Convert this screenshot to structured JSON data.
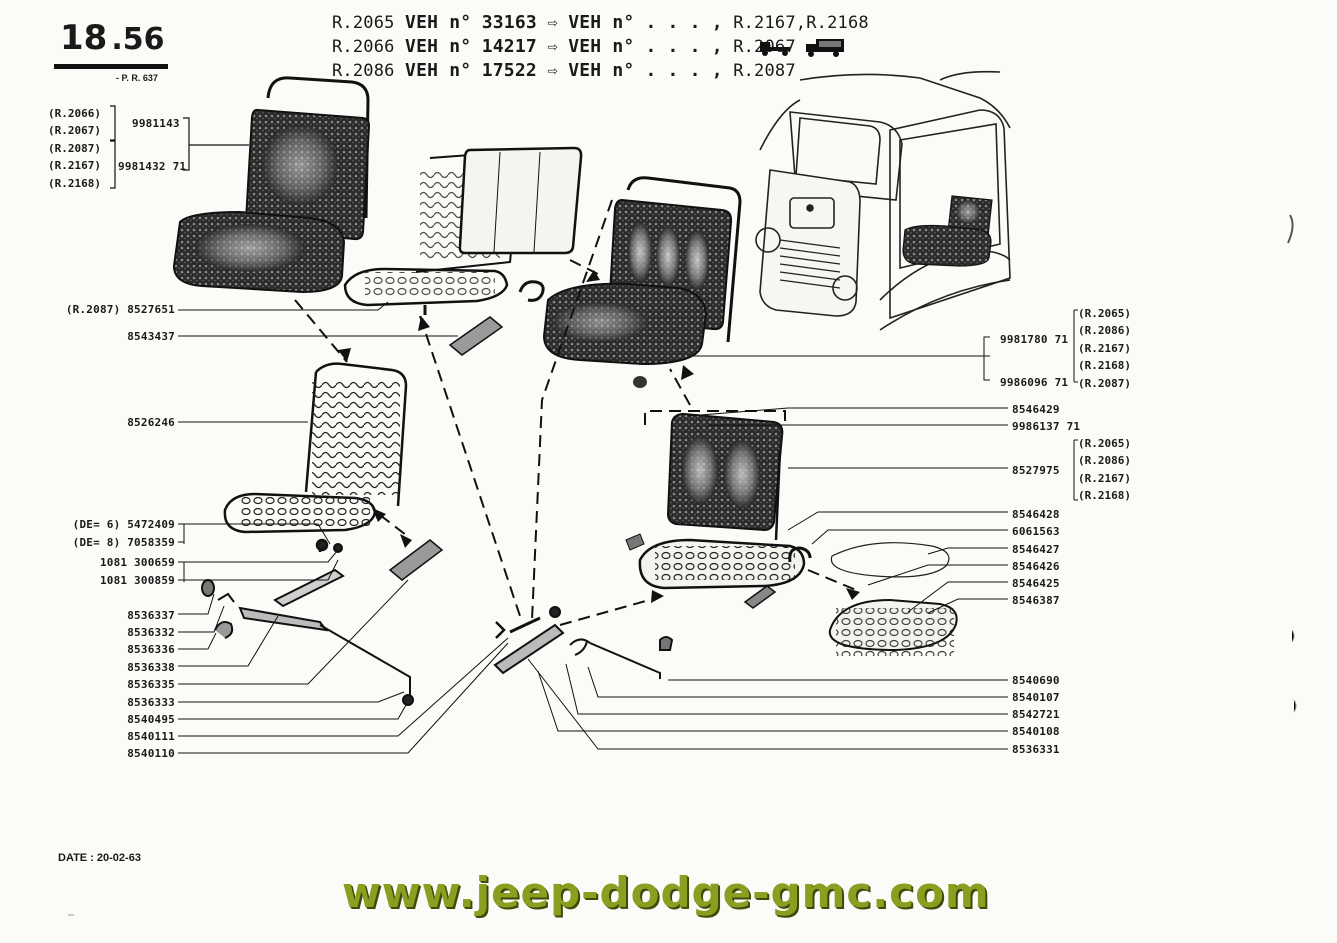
{
  "header": {
    "page_number_major": "18",
    "page_number_minor": ".56",
    "ref": "- P. R. 637",
    "applicability": [
      {
        "model": "R.2065",
        "veh_label": "VEH n°",
        "veh_number": "33163",
        "to": "VEH n° . . . ,",
        "tail": "R.2167,R.2168"
      },
      {
        "model": "R.2066",
        "veh_label": "VEH n°",
        "veh_number": "14217",
        "to": "VEH n° . . . ,",
        "tail": "R.2067"
      },
      {
        "model": "R.2086",
        "veh_label": "VEH n°",
        "veh_number": "17522",
        "to": "VEH n° . . . ,",
        "tail": "R.2087"
      }
    ]
  },
  "group_top_left": {
    "models": [
      "(R.2066)",
      "(R.2067)",
      "(R.2087)",
      "(R.2167)",
      "(R.2168)"
    ],
    "parts": [
      "9981143",
      "9981432 71"
    ]
  },
  "group_right_seat": {
    "parts": [
      "9981780 71",
      "9986096 71"
    ],
    "models": [
      "(R.2065)",
      "(R.2086)",
      "(R.2167)",
      "(R.2168)",
      "(R.2087)"
    ]
  },
  "group_right_frame": {
    "models": [
      "(R.2065)",
      "(R.2086)",
      "(R.2167)",
      "(R.2168)"
    ]
  },
  "left_labels": [
    "(R.2087) 8527651",
    "8543437",
    "8526246",
    "(DE= 6) 5472409",
    "(DE= 8) 7058359",
    "1081 300659",
    "1081 300859",
    "8536337",
    "8536332",
    "8536336",
    "8536338",
    "8536335",
    "8536333",
    "8540495",
    "8540111",
    "8540110"
  ],
  "right_labels": [
    "8546429",
    "9986137 71",
    "8527975",
    "8546428",
    "6061563",
    "8546427",
    "8546426",
    "8546425",
    "8546387",
    "8540690",
    "8540107",
    "8542721",
    "8540108",
    "8536331"
  ],
  "footer": {
    "date": "DATE : 20-02-63",
    "website": "www.jeep-dodge-gmc.com"
  }
}
